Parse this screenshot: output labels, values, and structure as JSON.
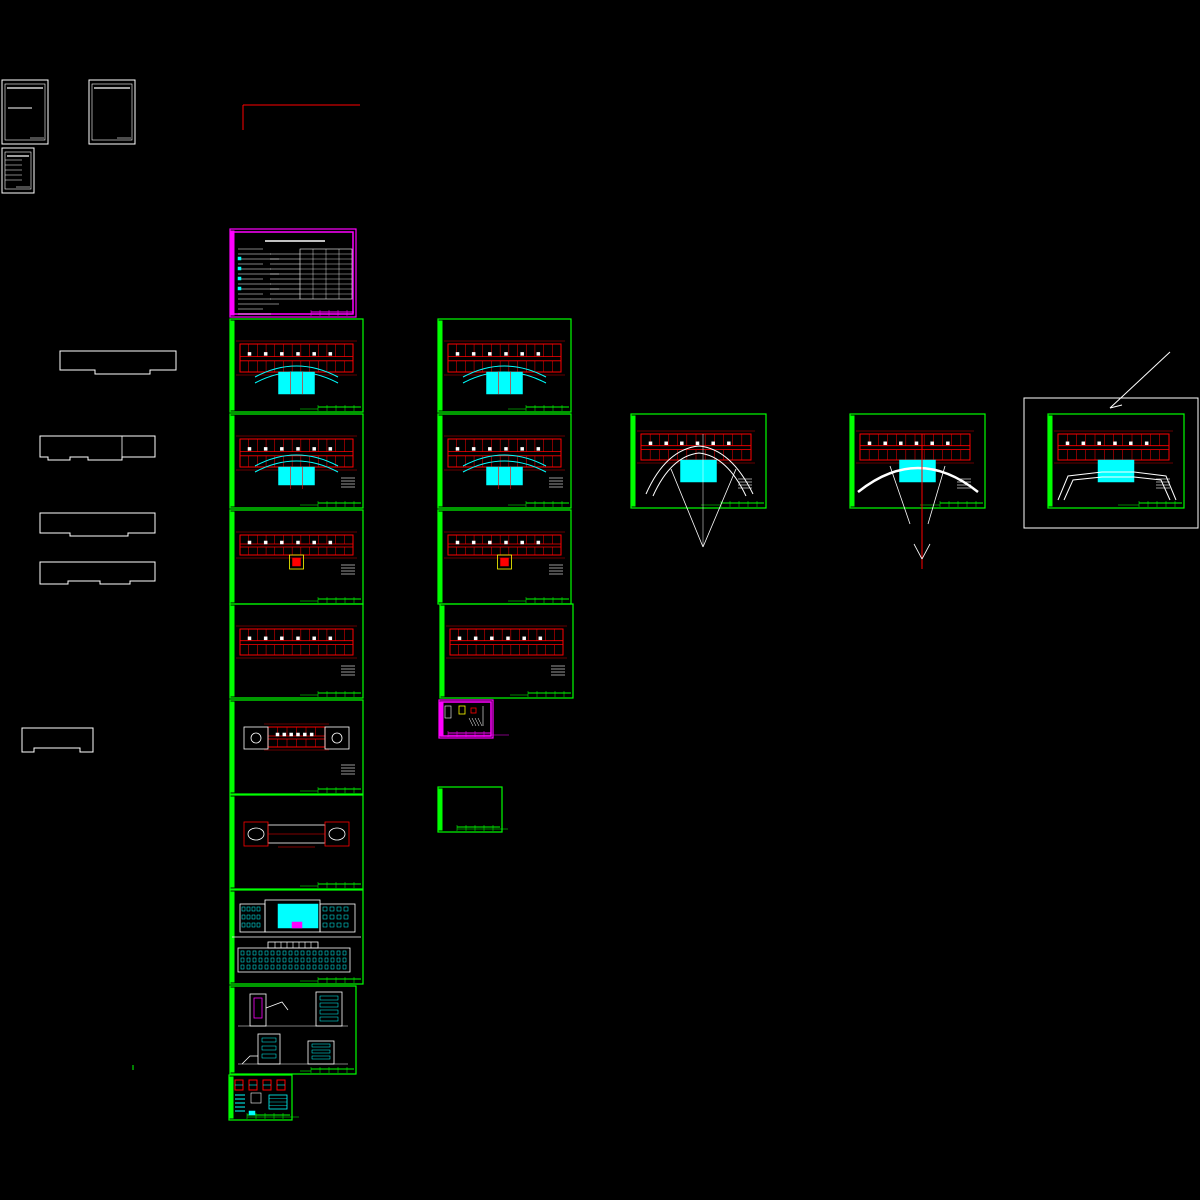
{
  "app": {
    "view": "model-space",
    "background": "#000000"
  },
  "colors": {
    "frame_green": "#00ff00",
    "frame_magenta": "#ff00ff",
    "plan_red": "#ff0000",
    "accent_cyan": "#00ffff",
    "line_white": "#ffffff",
    "accent_yellow": "#ffff00"
  },
  "drawing": {
    "cover_sheets": [
      {
        "id": "cover-a"
      },
      {
        "id": "cover-b"
      },
      {
        "id": "cover-c"
      }
    ],
    "footprint_outlines": [
      {
        "id": "outline-1"
      },
      {
        "id": "outline-2"
      },
      {
        "id": "outline-3"
      },
      {
        "id": "outline-4"
      },
      {
        "id": "outline-5"
      }
    ],
    "sheet_column_main": [
      {
        "id": "design-notes",
        "kind": "notes"
      },
      {
        "id": "plan-1",
        "kind": "plan-arc"
      },
      {
        "id": "plan-2",
        "kind": "plan-arc-wide"
      },
      {
        "id": "plan-3",
        "kind": "plan-entry"
      },
      {
        "id": "plan-4",
        "kind": "plan"
      },
      {
        "id": "roof-1",
        "kind": "roof"
      },
      {
        "id": "roof-2",
        "kind": "roof-outline"
      },
      {
        "id": "elevations",
        "kind": "elevation"
      },
      {
        "id": "sections",
        "kind": "section"
      },
      {
        "id": "details",
        "kind": "details"
      }
    ],
    "sheet_column_secondary": [
      {
        "id": "plan-1b",
        "kind": "plan-arc"
      },
      {
        "id": "plan-2b",
        "kind": "plan-arc-wide"
      },
      {
        "id": "plan-3b",
        "kind": "plan-entry"
      },
      {
        "id": "plan-4b",
        "kind": "plan"
      },
      {
        "id": "detail-small",
        "kind": "small-detail"
      },
      {
        "id": "blank-frame",
        "kind": "blank"
      }
    ],
    "variant_sheets": [
      {
        "id": "variant-a",
        "kind": "arch-canopy"
      },
      {
        "id": "variant-b",
        "kind": "curved-canopy"
      },
      {
        "id": "variant-c",
        "kind": "bracket-canopy"
      }
    ]
  }
}
